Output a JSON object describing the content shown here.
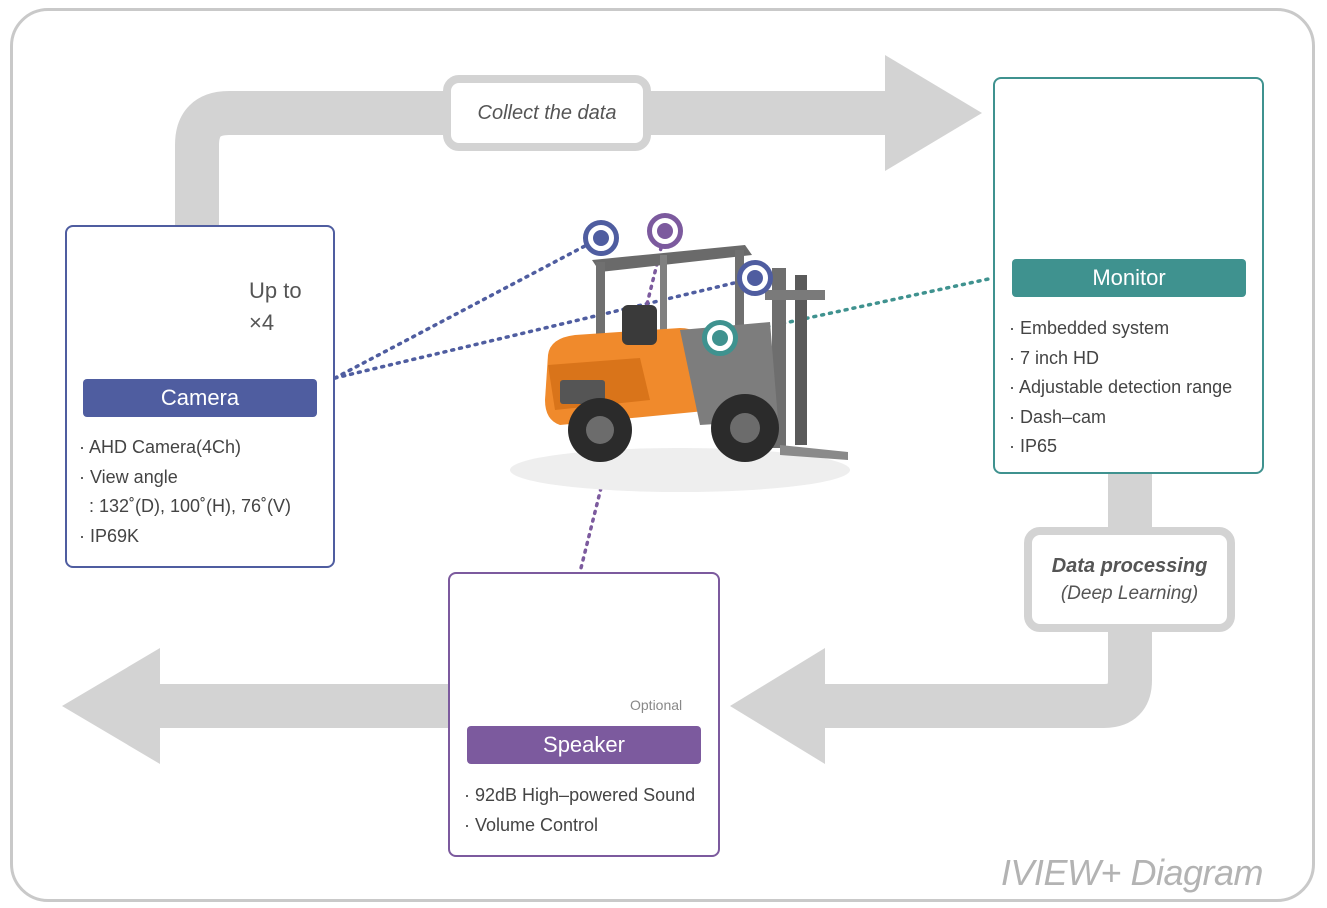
{
  "flow_labels": {
    "collect": "Collect the data",
    "processing_line1": "Data processing",
    "processing_line2": "(Deep Learning)"
  },
  "camera": {
    "quantity_line1": "Up to",
    "quantity_line2": "×4",
    "title": "Camera",
    "specs": [
      "· AHD Camera(4Ch)",
      "· View angle",
      "  : 132˚(D), 100˚(H), 76˚(V)",
      "· IP69K"
    ],
    "icon": "camera-icon"
  },
  "monitor": {
    "title": "Monitor",
    "specs": [
      "· Embedded system",
      "· 7 inch HD",
      "· Adjustable detection range",
      "· Dash–cam",
      "· IP65"
    ],
    "icon": "monitor-icon"
  },
  "speaker": {
    "optional_label": "Optional",
    "title": "Speaker",
    "specs": [
      "· 92dB High–powered Sound",
      "· Volume Control"
    ],
    "icon": "speaker-horn-icon"
  },
  "diagram_title": "IVIEW+ Diagram",
  "colors": {
    "camera": "#4f5da0",
    "monitor": "#3f928f",
    "speaker": "#7c5a9e",
    "arrow": "#d3d3d3",
    "forklift_body": "#f08a2c"
  }
}
